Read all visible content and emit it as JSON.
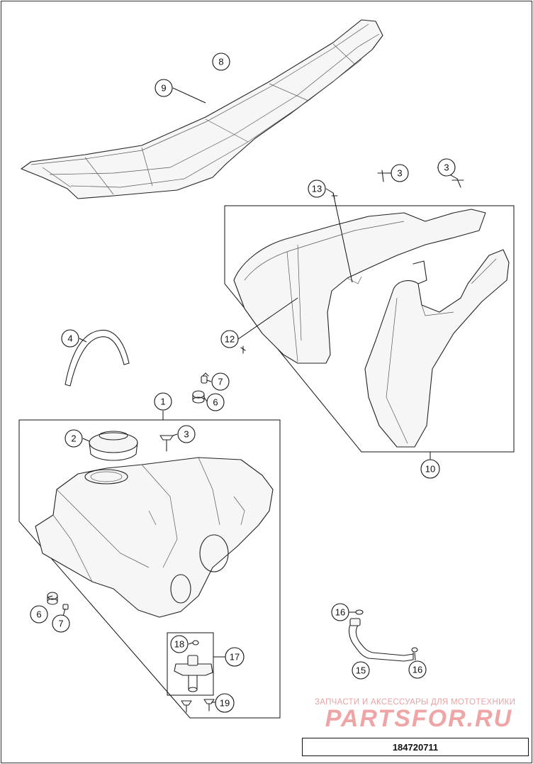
{
  "callouts": {
    "c1": "1",
    "c2": "2",
    "c3a": "3",
    "c3b": "3",
    "c3c": "3",
    "c4": "4",
    "c6a": "6",
    "c6b": "6",
    "c7a": "7",
    "c7b": "7",
    "c8": "8",
    "c9": "9",
    "c10": "10",
    "c12": "12",
    "c13": "13",
    "c15": "15",
    "c16a": "16",
    "c16b": "16",
    "c17": "17",
    "c18": "18",
    "c19": "19"
  },
  "watermark": {
    "title": "ЗАПЧАСТИ И АКСЕССУАРЫ ДЛЯ МОТОТЕХНИКИ",
    "logo": "PARTSFOR.RU",
    "logo_color": "#e15b5b"
  },
  "drawing_id": "184720711"
}
